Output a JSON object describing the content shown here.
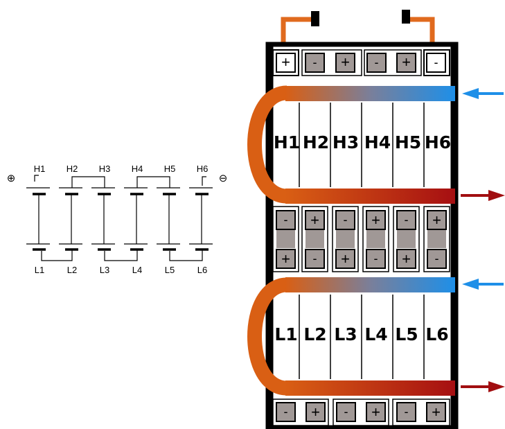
{
  "colors": {
    "outline": "#000000",
    "terminal_fill": "#a09896",
    "terminal_plus_fill": "#ffffff",
    "wire": "#e06a1e",
    "coolant_hot": "#d95f14",
    "coolant_cold": "#1e8fe8",
    "coolant_out": "#a60f12",
    "arrow_in": "#1e8fe8",
    "arrow_out": "#a10e10"
  },
  "schematic": {
    "plus_symbol": "⊕",
    "minus_symbol": "⊖",
    "top_labels": [
      "H1",
      "H2",
      "H3",
      "H4",
      "H5",
      "H6"
    ],
    "bottom_labels": [
      "L1",
      "L2",
      "L3",
      "L4",
      "L5",
      "L6"
    ]
  },
  "pack": {
    "top_row_cells": [
      "H1",
      "H2",
      "H3",
      "H4",
      "H5",
      "H6"
    ],
    "bottom_row_cells": [
      "L1",
      "L2",
      "L3",
      "L4",
      "L5",
      "L6"
    ],
    "plus_sign": "+",
    "minus_sign": "-",
    "top_terminals": [
      "+",
      "-",
      "+",
      "-",
      "+",
      "-"
    ],
    "mid_upper_terminals": [
      "-",
      "+",
      "-",
      "+",
      "-",
      "+"
    ],
    "mid_lower_terminals": [
      "+",
      "-",
      "+",
      "-",
      "+",
      "-"
    ],
    "bottom_terminals": [
      "-",
      "+",
      "-",
      "+",
      "-",
      "+"
    ]
  }
}
